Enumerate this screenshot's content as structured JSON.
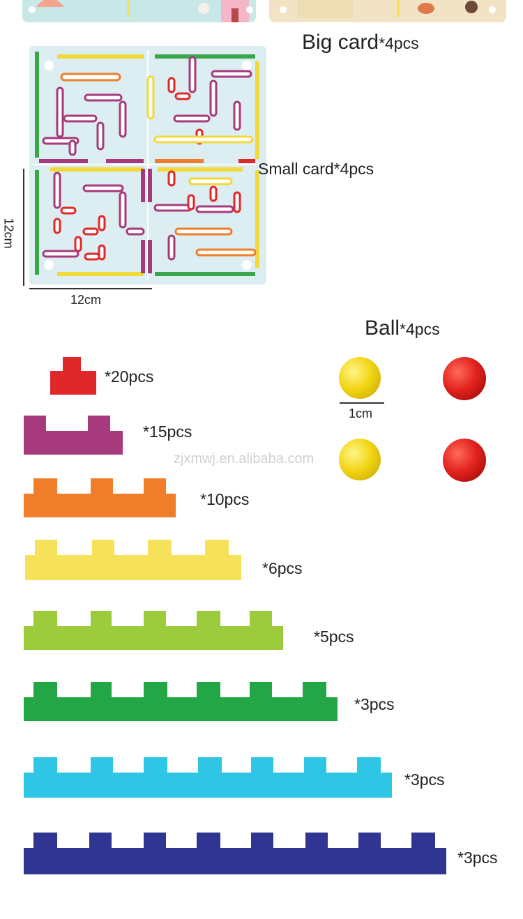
{
  "big_card": {
    "name": "Big card",
    "qty": "*4pcs"
  },
  "small_card": {
    "label": "Small card*4pcs"
  },
  "dimensions": {
    "height": "12cm",
    "width": "12cm"
  },
  "ball": {
    "name": "Ball",
    "qty": "*4pcs",
    "size": "1cm",
    "colors": [
      "#f2d615",
      "#e2231d"
    ]
  },
  "watermark": "zjxmwj.en.alibaba.com",
  "pieces": [
    {
      "id": "red-t",
      "qty": "*20pcs",
      "color": "#e0282a"
    },
    {
      "id": "purple",
      "qty": "*15pcs",
      "color": "#a63a7c"
    },
    {
      "id": "orange",
      "qty": "*10pcs",
      "color": "#f07d2a"
    },
    {
      "id": "yellow",
      "qty": "*6pcs",
      "color": "#f6e25a"
    },
    {
      "id": "light-green",
      "qty": "*5pcs",
      "color": "#9ccc3c"
    },
    {
      "id": "green",
      "qty": "*3pcs",
      "color": "#23a645"
    },
    {
      "id": "sky-blue",
      "qty": "*3pcs",
      "color": "#2fc6e6"
    },
    {
      "id": "navy",
      "qty": "*3pcs",
      "color": "#2f3590"
    }
  ]
}
